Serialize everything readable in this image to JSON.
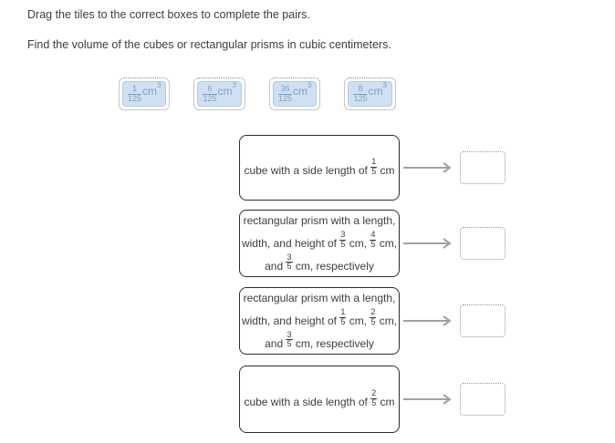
{
  "instructions": {
    "line1": "Drag the tiles to the correct boxes to complete the pairs.",
    "line2": "Find the volume of the cubes or rectangular prisms in cubic centimeters."
  },
  "tiles": [
    {
      "numerator": "1",
      "denominator": "125",
      "unit": "cm",
      "exponent": "3"
    },
    {
      "numerator": "6",
      "denominator": "125",
      "unit": "cm",
      "exponent": "3"
    },
    {
      "numerator": "36",
      "denominator": "125",
      "unit": "cm",
      "exponent": "3"
    },
    {
      "numerator": "8",
      "denominator": "125",
      "unit": "cm",
      "exponent": "3"
    }
  ],
  "questions": [
    {
      "prefix": "cube with a side length of ",
      "frac_num": "1",
      "frac_den": "5",
      "suffix": " cm"
    },
    {
      "line1": "rectangular prism with a length,",
      "line2_prefix": "width, and height of ",
      "frac1_num": "3",
      "frac1_den": "5",
      "line2_mid": " cm, ",
      "frac2_num": "4",
      "frac2_den": "5",
      "line2_suffix": " cm,",
      "line3_prefix": "and ",
      "frac3_num": "3",
      "frac3_den": "5",
      "line3_suffix": " cm, respectively"
    },
    {
      "line1": "rectangular prism with a length,",
      "line2_prefix": "width, and height of ",
      "frac1_num": "1",
      "frac1_den": "5",
      "line2_mid": " cm, ",
      "frac2_num": "2",
      "frac2_den": "5",
      "line2_suffix": " cm,",
      "line3_prefix": "and ",
      "frac3_num": "3",
      "frac3_den": "5",
      "line3_suffix": " cm, respectively"
    },
    {
      "prefix": "cube with a side length of ",
      "frac_num": "2",
      "frac_den": "5",
      "suffix": " cm"
    }
  ],
  "colors": {
    "text": "#3d3d3d",
    "tile_fill": "#cfe0f2",
    "tile_border": "#b2cbe7",
    "tile_text": "#7f9fc7",
    "tile_outline": "#8a8a8a",
    "question_border": "#2e2e2e",
    "answer_outline": "#979797",
    "arrow": "#a1a1a1"
  }
}
